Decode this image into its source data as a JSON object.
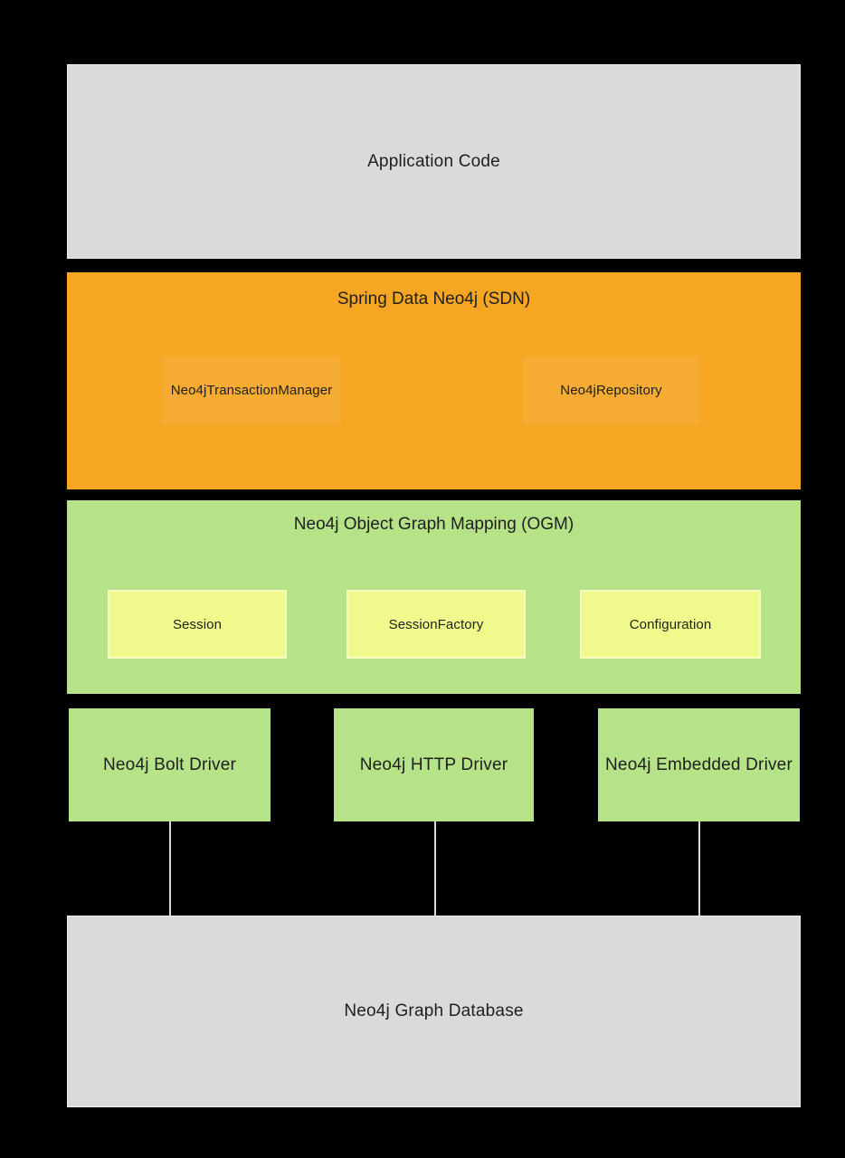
{
  "colors": {
    "background": "#000000",
    "gray_box": "#dadada",
    "orange_section": "#f5a623",
    "orange_inner_box": "#f6ac33",
    "green_section": "#b6e388",
    "yellow_box": "#f0f98b",
    "connector_line": "#d9d9d9",
    "text": "#1f1f1f"
  },
  "diagram": {
    "application": {
      "label": "Application Code"
    },
    "sdn": {
      "title": "Spring Data Neo4j (SDN)",
      "children": [
        {
          "label": "Neo4jTransactionManager"
        },
        {
          "label": "Neo4jRepository"
        }
      ]
    },
    "ogm": {
      "title": "Neo4j Object Graph Mapping (OGM)",
      "children": [
        {
          "label": "Session"
        },
        {
          "label": "SessionFactory"
        },
        {
          "label": "Configuration"
        }
      ]
    },
    "drivers": [
      {
        "label": "Neo4j Bolt Driver"
      },
      {
        "label": "Neo4j HTTP Driver"
      },
      {
        "label": "Neo4j Embedded Driver"
      }
    ],
    "database": {
      "label": "Neo4j Graph Database"
    }
  }
}
